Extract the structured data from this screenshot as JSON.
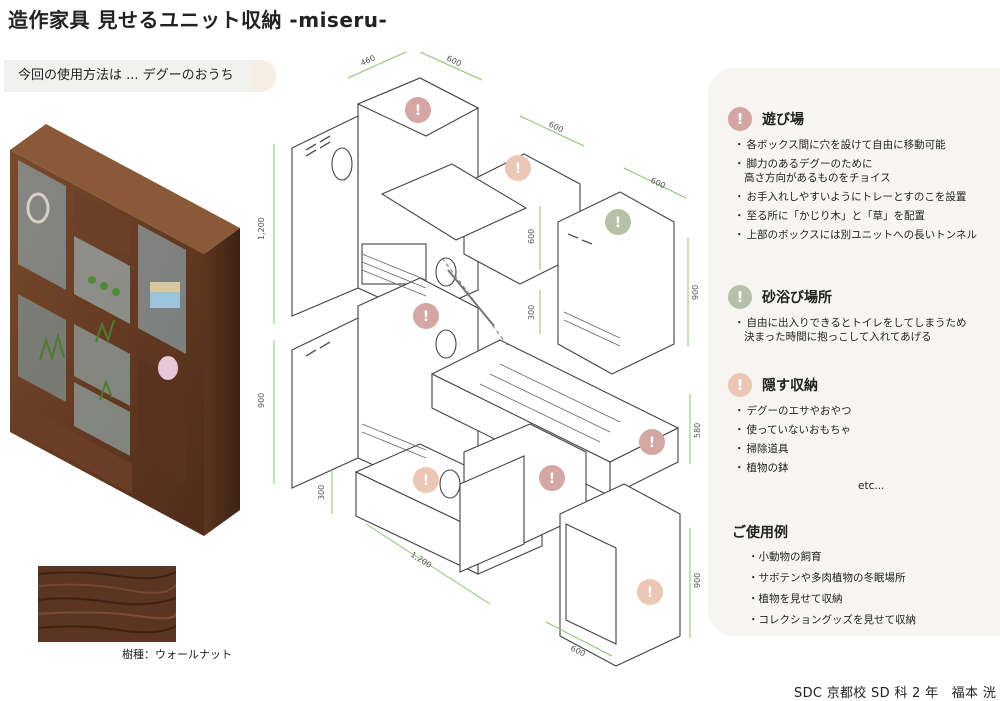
{
  "title": "造作家具 見せるユニット収納 -miseru-",
  "usage": "今回の使用方法は ... デグーのおうち",
  "wood": {
    "caption": "樹種：ウォールナット"
  },
  "dimensions": {
    "d460": "460",
    "d600a": "600",
    "d600b": "600",
    "d600c": "600",
    "h1200": "1,200",
    "h900a": "900",
    "h900b": "900",
    "h900c": "900",
    "h600": "600",
    "h300a": "300",
    "h300b": "300",
    "h580": "580",
    "w1200": "1,200",
    "w600": "600"
  },
  "sections": {
    "asobiba": {
      "icon": "exclamation-icon",
      "color": "#d4a6a4",
      "title": "遊び場",
      "items": [
        "各ボックス間に穴を設けて自由に移動可能",
        "脚力のあるデグーのために",
        "高さ方向があるものをチョイス",
        "お手入れしやすいようにトレーとすのこを設置",
        "至る所に「かじり木」と「草」を配置",
        "上部のボックスには別ユニットへの長いトンネル"
      ]
    },
    "sunabi": {
      "icon": "exclamation-icon",
      "color": "#b5c2a8",
      "title": "砂浴び場所",
      "items": [
        "自由に出入りできるとトイレをしてしまうため",
        "決まった時間に抱っこして入れてあげる"
      ]
    },
    "kakusu": {
      "icon": "exclamation-icon",
      "color": "#ebc7b5",
      "title": "隠す収納",
      "items": [
        "デグーのエサやおやつ",
        "使っていないおもちゃ",
        "掃除道具",
        "植物の鉢"
      ],
      "etc": "etc..."
    },
    "goshiyou": {
      "title": "ご使用例",
      "items": [
        "小動物の飼育",
        "サボテンや多肉植物の冬眠場所",
        "植物を見せて収納",
        "コレクショングッズを見せて収納"
      ]
    }
  },
  "author": "SDC 京都校 SD 科 2 年　福本 洸",
  "colors": {
    "walnut_dark": "#4a2a1a",
    "walnut_mid": "#6b3f26",
    "panel_bg": "#f6f5f2",
    "dim_green": "#7cbf62",
    "badge_red": "#c67f7f"
  }
}
